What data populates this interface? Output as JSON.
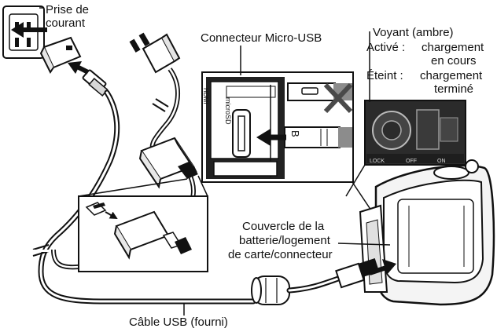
{
  "labels": {
    "outlet": [
      "Prise de",
      "courant"
    ],
    "micro_usb": "Connecteur Micro-USB",
    "indicator": {
      "title": "Voyant (ambre)",
      "on_key": "Activé :",
      "on_value": [
        "chargement",
        "en cours"
      ],
      "off_key": "Éteint :",
      "off_value": [
        "chargement",
        "terminé"
      ]
    },
    "cover": [
      "Couvercle de la",
      "batterie/logement",
      "de carte/connecteur"
    ],
    "usb_cable": "Câble USB (fourni)"
  },
  "device_markings": {
    "hdmi": "HDMI",
    "microsd": "microSD",
    "micro_b": "B",
    "switch": [
      "LOCK",
      "OFF",
      "ON"
    ]
  },
  "colors": {
    "ink": "#111111",
    "panel_dark": "#222222",
    "indicator_panel": "#2b2b2b",
    "wrong_mark": "#4a4a4a",
    "device_fill": "#f4f4f4",
    "shadow": "#8c8c8c"
  }
}
